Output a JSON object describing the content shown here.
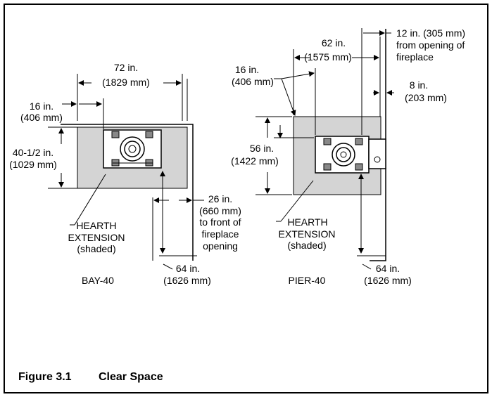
{
  "caption": {
    "figure_number": "Figure 3.1",
    "title": "Clear Space"
  },
  "bay": {
    "model": "BAY-40",
    "width": "72 in.",
    "width_mm": "(1829 mm)",
    "side_clearance": "16 in.",
    "side_clearance_mm": "(406 mm)",
    "hearth_depth": "40-1/2 in.",
    "hearth_depth_mm": "(1029 mm)",
    "front_clearance": "26 in.",
    "front_clearance_mm": "(660 mm)",
    "front_note_1": "to front of",
    "front_note_2": "fireplace",
    "front_note_3": "opening",
    "ceiling_clearance": "64 in.",
    "ceiling_clearance_mm": "(1626 mm)",
    "hearth_label_1": "HEARTH",
    "hearth_label_2": "EXTENSION",
    "hearth_label_3": "(shaded)"
  },
  "pier": {
    "model": "PIER-40",
    "width": "62 in.",
    "width_mm": "(1575 mm)",
    "opening_clearance": "12 in. (305 mm)",
    "opening_note_1": "from opening of",
    "opening_note_2": "fireplace",
    "side_clearance": "16 in.",
    "side_clearance_mm": "(406 mm)",
    "back_clearance": "8 in.",
    "back_clearance_mm": "(203 mm)",
    "hearth_depth": "56 in.",
    "hearth_depth_mm": "(1422 mm)",
    "ceiling_clearance": "64 in.",
    "ceiling_clearance_mm": "(1626 mm)",
    "hearth_label_1": "HEARTH",
    "hearth_label_2": "EXTENSION",
    "hearth_label_3": "(shaded)"
  },
  "colors": {
    "hearth_fill": "#d4d4d4",
    "line": "#000000"
  }
}
